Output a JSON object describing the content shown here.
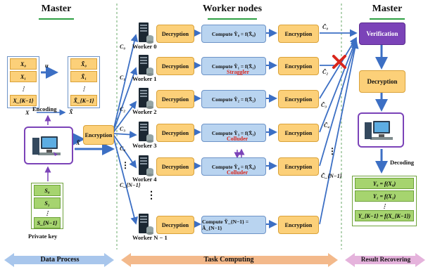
{
  "sections": {
    "master_left": "Master",
    "workers": "Worker nodes",
    "master_right": "Master"
  },
  "left": {
    "data_x": [
      "X₀",
      "X₁",
      "⋮",
      "X_{K−1}"
    ],
    "u_label": "u",
    "data_xt": [
      "X̃₀",
      "X̃₁",
      "⋮",
      "X̃_{K−1}"
    ],
    "encoding_label": "Encoding",
    "x_label": "X",
    "xt_label": "X̃",
    "xt_side_label": "X̃",
    "keys": [
      "S₀",
      "S₁",
      "⋮",
      "S_{N−1}"
    ],
    "private_key_label": "Private key",
    "encryption_label": "Encryption"
  },
  "workers": [
    {
      "name": "Worker 0",
      "c_label": "C₀",
      "decryption": "Decryption",
      "compute": "Compute Ỹ₀ = f(X̃₀)",
      "encryption": "Encryption",
      "note": "",
      "out_label": "C̃₀"
    },
    {
      "name": "Worker 1",
      "c_label": "C₁",
      "decryption": "Decryption",
      "compute": "Compute Ỹ₁ = f(X̃₁)",
      "encryption": "Encryption",
      "note": "Straggler",
      "out_label": "C̃₂"
    },
    {
      "name": "Worker 2",
      "c_label": "C₂",
      "decryption": "Decryption",
      "compute": "Compute Ỹ₂ = f(X̃₂)",
      "encryption": "Encryption",
      "note": "",
      "out_label": "C̃₃"
    },
    {
      "name": "Worker 3",
      "c_label": "C₃",
      "decryption": "Decryption",
      "compute": "Compute Ỹ₃ = f(X̃₃)",
      "encryption": "Encryption",
      "note": "Colluder",
      "out_label": "C̃₄"
    },
    {
      "name": "Worker 4",
      "c_label": "C₄",
      "decryption": "Decryption",
      "compute": "Compute Ỹ₄ = f(X̃₄)",
      "encryption": "Encryption",
      "note": "Colluder",
      "out_label": ""
    },
    {
      "name": "Worker N − 1",
      "c_label": "C_{N−1}",
      "decryption": "Decryption",
      "compute": "Compute Ỹ_{N−1} = Ã_{N−1}",
      "encryption": "Encryption",
      "note": "",
      "out_label": "C̃_{N−1}"
    }
  ],
  "right": {
    "verification": "Verification",
    "decryption": "Decryption",
    "decoding_label": "Decoding",
    "results": [
      "Y₀ = f(X₀)",
      "Y₁ = f(X₁)",
      "⋮",
      "Y_{K−1} = f(X_{K−1})"
    ]
  },
  "bottom": {
    "data_process": "Data Process",
    "task_computing": "Task Computing",
    "result_recovering": "Result Recovering"
  },
  "colors": {
    "orange": "#fcd079",
    "blue": "#b9d4f0",
    "green": "#a6d46f",
    "purple": "#7b43b8",
    "arrow_blue": "#3c6fc4",
    "red": "#d9261c"
  }
}
